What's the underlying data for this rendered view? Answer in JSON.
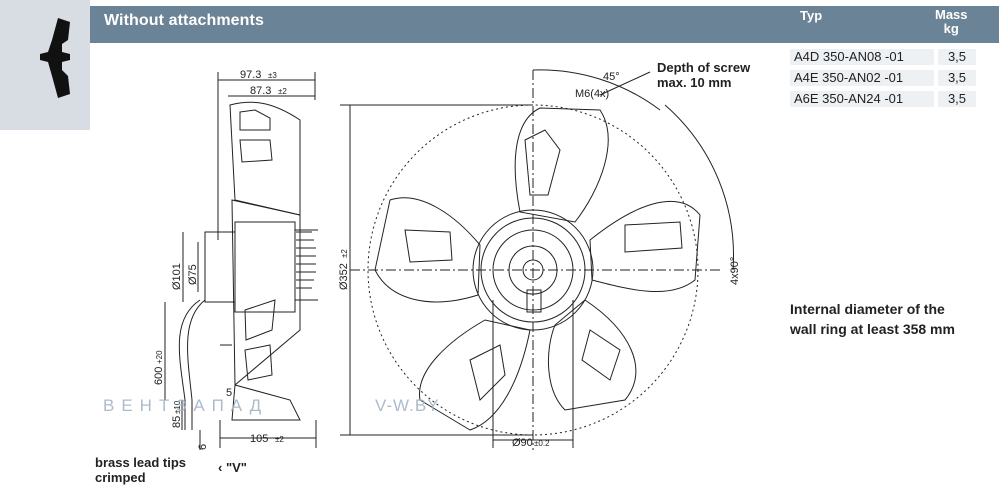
{
  "header": {
    "title": "Without attachments",
    "col_typ": "Typ",
    "col_mass_1": "Mass",
    "col_mass_2": "kg"
  },
  "models": [
    {
      "type": "A4D  350-AN08  -01",
      "mass": "3,5"
    },
    {
      "type": "A4E  350-AN02  -01",
      "mass": "3,5"
    },
    {
      "type": "A6E  350-AN24  -01",
      "mass": "3,5"
    }
  ],
  "notes": {
    "screw_1": "Depth of screw",
    "screw_2": "max. 10 mm",
    "ring_1": "Internal diameter of the",
    "ring_2": "wall ring at least 358 mm",
    "leads_1": "brass lead tips",
    "leads_2": "crimped",
    "view": "\"V\""
  },
  "dimensions": {
    "d97": "97.3",
    "d97_tol": "±3",
    "d87": "87.3",
    "d87_tol": "±2",
    "d101": "Ø101",
    "d75": "Ø75",
    "d600": "600",
    "d600_tol": "+20",
    "d5": "5",
    "d85": "85",
    "d85_tol": "±10",
    "d6": "6",
    "d105": "105",
    "d105_tol": "±2",
    "d352": "Ø352",
    "d352_tol": "±2",
    "d90": "Ø90",
    "d90_tol": "±0.2",
    "angle45": "45°",
    "m6": "M6(4x)",
    "angle4x90": "4x90°"
  },
  "watermark": {
    "left": "ВЕНТЗАПАД",
    "right": "V-W.BY"
  },
  "colors": {
    "header": "#6b8396",
    "tab": "#d7dde2",
    "row": "#eef1f3"
  },
  "icons": [
    "fan-blade-icon"
  ]
}
